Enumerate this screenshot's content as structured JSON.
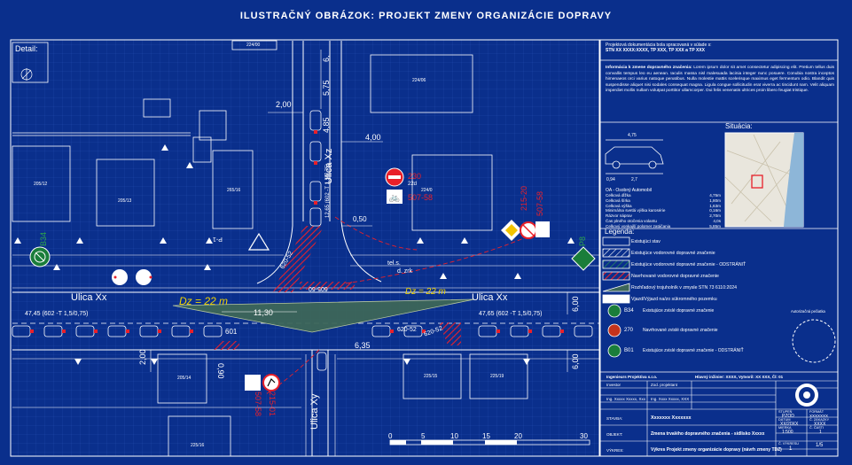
{
  "title": "ILUSTRAČNÝ OBRÁZOK: PROJEKT ZMENY ORGANIZÁCIE DOPRAVY",
  "detail_label": "Detail:",
  "situation_label": "Situácia:",
  "legend_title": "Legenda:",
  "top_note": {
    "line1": "Projektová dokumentácia bola spracovaná v súlade s:",
    "line2": "STN XX XXXX:XXXX, TP XXX, TP XXX a TP XXX"
  },
  "info_note": {
    "heading": "Informácia k zmene dopravného značenia:",
    "text": "Lorem ipsum dolor sit amet consectetur adipiscing elit. Pretium tellus duis convallis tempus leo eu aenean. Iaculis massa nisl malesuada lacinia integer nunc posuere. Conubia nostra inceptos himenaeos orci varius natoque penatibus. Nulla molestie mattis scelerisque maximus eget fermentum odio. Blandit quis suspendisse aliquet nisi sodales consequat magna. Ligula congue sollicitudin erat viverra ac tincidunt nam. Velit aliquam imperdiet mollis nullam volutpat porttitor ullamcorper. Dui felis venenatis ultrices proin libero feugiat tristique."
  },
  "vehicle": {
    "dims": [
      "4,75",
      "0,94",
      "2,7"
    ],
    "name": "OA - Osobný Automobil",
    "specs": [
      {
        "label": "Celková dĺžka",
        "value": "4,75m"
      },
      {
        "label": "Celková šírka",
        "value": "1,80m"
      },
      {
        "label": "Celková výška",
        "value": "1,63m"
      },
      {
        "label": "Minimálna svetlá výška karosérie",
        "value": "0,16m"
      },
      {
        "label": "Rázvor náprav",
        "value": "2,70m"
      },
      {
        "label": "Čas plného otočenia volantu",
        "value": "4,0s"
      },
      {
        "label": "Celkový vonkajší polomer zatáčania",
        "value": "5,85m"
      }
    ]
  },
  "legend": [
    {
      "label": "Existujúci stav",
      "kind": "outline"
    },
    {
      "label": "Existujúce vodorovné dopravné značenie",
      "kind": "diag-white"
    },
    {
      "label": "Existujúce vodorovné dopravné značenie - ODSTRÁNIŤ",
      "kind": "diag-green"
    },
    {
      "label": "Navrhované vodorovné dopravné značenie",
      "kind": "diag-red"
    },
    {
      "label": "Rozhľadový trojuholník v zmysle STN 73 6110:2024",
      "kind": "triangle"
    },
    {
      "label": "Vjazd/Výjazd na/zo súkromného pozemku",
      "kind": "fill-white"
    }
  ],
  "sign_legend": [
    {
      "code": "B34",
      "label": "Existujúce zvislé dopravné značenie",
      "color": "#1a7d3a"
    },
    {
      "code": "270",
      "label": "Navrhované zvislé dopravné značenie",
      "color": "#c4331c"
    },
    {
      "code": "B01",
      "label": "Existujúce zvislé dopravné značenie - ODSTRÁNIŤ",
      "color": "#1a7d3a"
    }
  ],
  "stamp_label": "Autorizačná pečiatka",
  "title_block": {
    "row_head": "Ingenieurs Projektiva s.r.o.",
    "row_head2": "Hlavný inžinier: XXXX, Vytvoril: XX XXX, ČÍ: 01",
    "cols": [
      "Investor",
      "Zod. projektant",
      "Ing. Xxxxx Xxxxx, Xxx",
      "Ing. Xxxx Xxxxx, XXX"
    ],
    "stavba_label": "STAVBA:",
    "stavba": "Xxxxxxx Xxxxxxx",
    "objekt_label": "OBJEKT:",
    "objekt": "Zmena trvalého dopravného značenia - sídlisko Xxxxx",
    "vykres_label": "VÝKRES:",
    "vykres": "Výkres Projekt zmeny organizácie dopravy (návrh zmeny TDZ)",
    "stupen_label": "STUPEŇ",
    "stupen": "PZOD",
    "format_label": "FORMÁT",
    "format": "XXXXXXX",
    "datum_label": "DÁTUM",
    "datum": "XX/20XX",
    "zak_label": "Č. ZÁKAZKY",
    "zak": "XXXX",
    "mierka_label": "MIERKA",
    "mierka": "1:500",
    "cast_label": "Č. ČASTI",
    "cast": "1",
    "vykres_no_label": "Č. VÝKRESU",
    "vykres_no": "1",
    "vykres_total": "1/5"
  },
  "streets": {
    "ulica_xx_left": "Ulica Xx",
    "ulica_xx_right": "Ulica Xx",
    "ulica_xz": "Ulica Xz",
    "ulica_xy": "Ulica Xy",
    "left_spec": "47,45 (602 -T 1,5/0,75)",
    "right_spec": "47,65 (602 -T 1,5/0,75)",
    "xz_spec": "12,65 (602 -T 1,50/,75)",
    "crosswalk": "605-60",
    "dz_left": "Dz = 22 m",
    "dz_right": "Dz = 22 m",
    "tels": "tel.s.",
    "dzrk": "d. zrk",
    "pd": "P-1"
  },
  "dims": {
    "d_575": "5,75",
    "d_485": "4,85",
    "d_200a": "2,00",
    "d_400": "4,00",
    "d_050": "0,50",
    "d_1130": "11,30",
    "d_635": "6,35",
    "d_200b": "2,00",
    "d_600a": "6,00",
    "d_600b": "6,00",
    "d_090": "0,90",
    "d_6": "6,",
    "d_601": "601",
    "l_62052a": "620-52",
    "l_62052b": "620-52",
    "l_62052c": "620-52"
  },
  "signs": {
    "s_230": "230",
    "s_22d": "22d",
    "s_50758a": "507-58",
    "s_215_20": "215-20",
    "s_50758b": "507-58",
    "s_b34": "B34",
    "s_p8": "P8",
    "s_215_01": "215-01",
    "s_50758c": "507-58"
  },
  "buildings": [
    "224/00",
    "224/06",
    "205/12",
    "205/13",
    "265/16",
    "224/0",
    "205/14",
    "225/15",
    "225/16",
    "225/19"
  ],
  "scale": {
    "ticks": [
      "0",
      "5",
      "10",
      "15",
      "20",
      "30"
    ]
  }
}
